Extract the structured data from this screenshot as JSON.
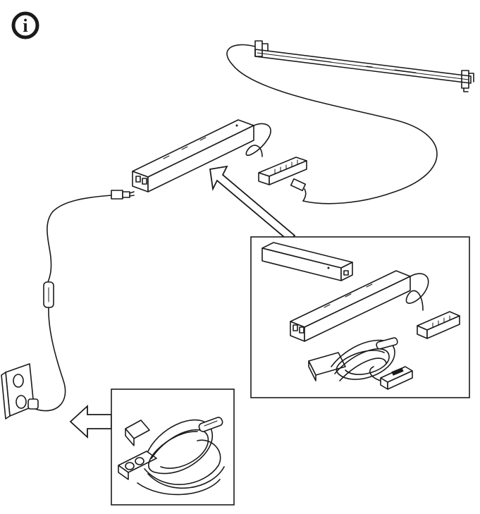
{
  "info_icon": {
    "glyph": "i"
  },
  "elements": {
    "rail": "led-rail-bar",
    "driver": "led-driver-box",
    "junction": "junction-box",
    "outlet": "wall-outlet",
    "switch": "inline-switch",
    "detail_driver_set": "detail-inset-driver-set",
    "detail_power_cord": "detail-inset-power-cord"
  }
}
